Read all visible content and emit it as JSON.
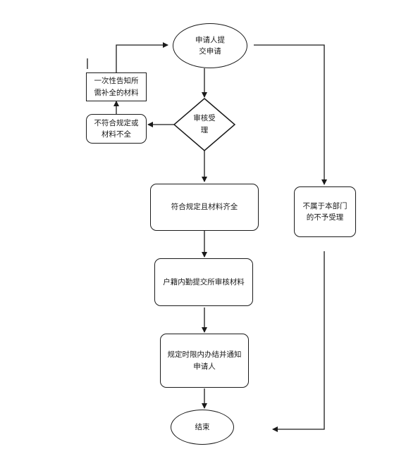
{
  "nodes": {
    "submit": "申请人提\n交申请",
    "review": "审核受\n理",
    "notify_once": "一次性告知所\n需补全的材料",
    "not_compliant": "不符合规定或\n材料不全",
    "compliant": "符合规定且材料齐全",
    "not_in_scope": "不属于本部门\n的不予受理",
    "submit_to_office": "户籍内勤提交所审核材料",
    "notify_applicant": "规定时限内办结并通知\n申请人",
    "end": "结束"
  }
}
